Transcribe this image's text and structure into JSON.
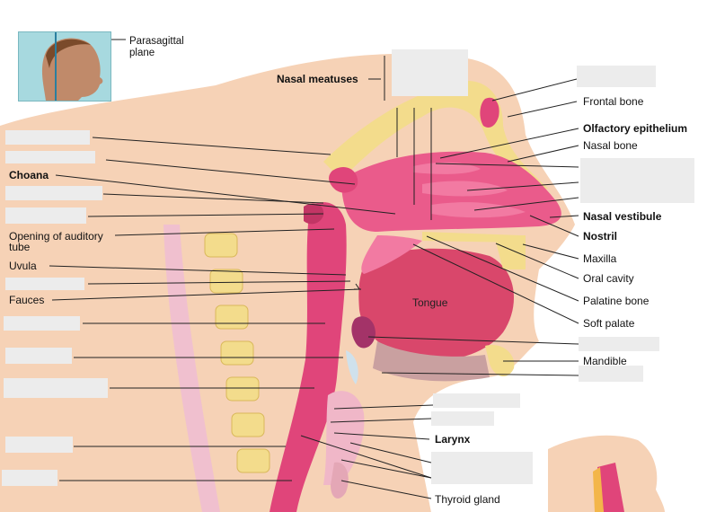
{
  "inset": {
    "plane_label": "Parasagittal\nplane"
  },
  "labels": {
    "nasal_meatuses": "Nasal meatuses",
    "frontal_bone": "Frontal bone",
    "olfactory_epithelium": "Olfactory epithelium",
    "nasal_bone": "Nasal bone",
    "choana": "Choana",
    "nasal_vestibule": "Nasal vestibule",
    "nostril": "Nostril",
    "opening_auditory_tube": "Opening of auditory\ntube",
    "maxilla": "Maxilla",
    "uvula": "Uvula",
    "oral_cavity": "Oral cavity",
    "palatine_bone": "Palatine bone",
    "fauces": "Fauces",
    "tongue": "Tongue",
    "soft_palate": "Soft palate",
    "mandible": "Mandible",
    "larynx": "Larynx",
    "thyroid_gland": "Thyroid gland"
  },
  "colors": {
    "blank_box": "#ececec",
    "mucosa": "#e0457a",
    "soft_tissue": "#f3c7a9",
    "bone": "#f3dc8c",
    "tongue": "#d9476b",
    "leader_line": "#222222"
  }
}
